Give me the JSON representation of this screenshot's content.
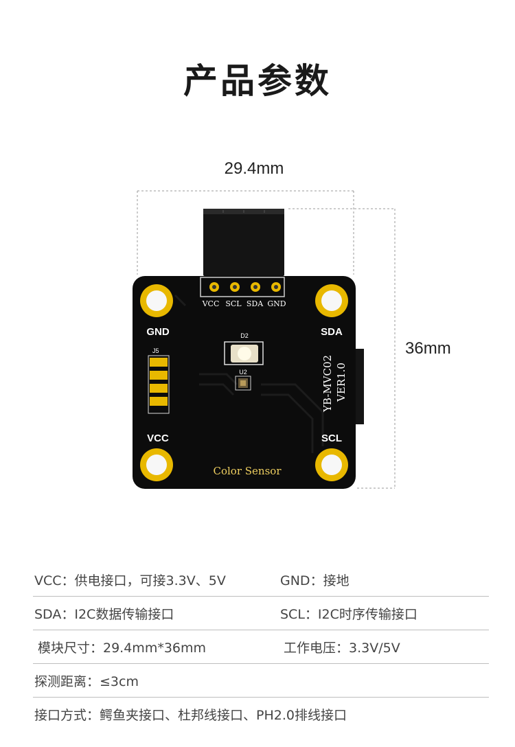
{
  "title": "产品参数",
  "dimensions": {
    "width": "29.4mm",
    "height": "36mm"
  },
  "board": {
    "header_pins": [
      "VCC",
      "SCL",
      "SDA",
      "GND"
    ],
    "corner_labels": {
      "top_left": "GND",
      "top_right": "SDA",
      "bottom_left": "VCC",
      "bottom_right": "SCL"
    },
    "led_ref": "D2",
    "chip_ref": "U2",
    "connector_ref": "J5",
    "model_line1": "YB-MVC02",
    "model_line2": "VER1.0",
    "name": "Color Sensor",
    "colors": {
      "pcb": "#0c0c0c",
      "gold": "#e8b800",
      "header": "#111111"
    }
  },
  "specs": [
    {
      "left": "VCC：供电接口，可接3.3V、5V",
      "right": "GND：接地"
    },
    {
      "left": "SDA：I2C数据传输接口",
      "right": "SCL：I2C时序传输接口"
    },
    {
      "left": "模块尺寸：29.4mm*36mm",
      "right": "工作电压：3.3V/5V"
    },
    {
      "left": "探测距离：≤3cm",
      "right": ""
    },
    {
      "left": "接口方式：鳄鱼夹接口、杜邦线接口、PH2.0排线接口",
      "right": ""
    }
  ]
}
